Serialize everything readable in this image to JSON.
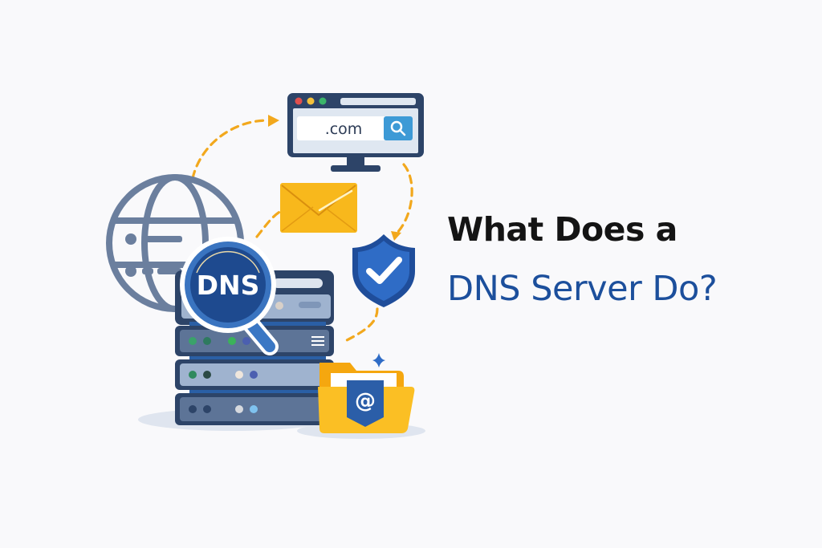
{
  "heading": {
    "line1": "What Does a",
    "line2": "DNS Server Do?"
  },
  "illustration": {
    "browser": {
      "address_text": ".com",
      "icon": "search-icon",
      "window_dots": [
        "#e0504e",
        "#f4c13b",
        "#3bb56a"
      ]
    },
    "magnifier": {
      "label": "DNS",
      "icon": "magnifying-glass-icon"
    },
    "folder": {
      "symbol": "@",
      "icon": "folder-icon"
    },
    "icons": [
      "globe-icon",
      "envelope-icon",
      "shield-check-icon",
      "server-rack-icon",
      "sparkle-icon"
    ]
  },
  "colors": {
    "background": "#f9f9fb",
    "title_dark": "#141414",
    "title_blue": "#1c4f9c",
    "navy": "#2d4468",
    "accent_orange": "#f2a81d",
    "accent_yellow": "#fbbf24",
    "shield_blue": "#2a62b8",
    "globe_slate": "#6b7f9e"
  }
}
